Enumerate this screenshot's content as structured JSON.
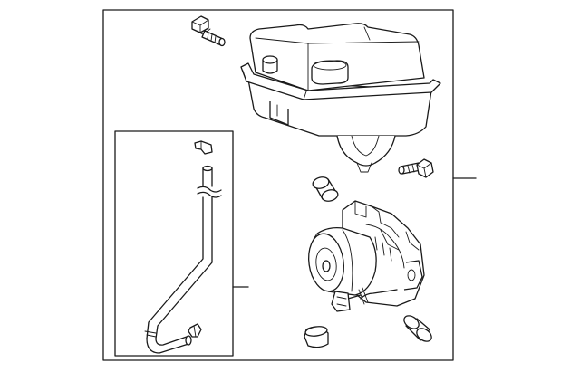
{
  "diagram": {
    "line_color": "#1a1a1a",
    "background_color": "#ffffff",
    "parts": [
      {
        "id": "bolt-top",
        "icon": "bolt-icon"
      },
      {
        "id": "reservoir",
        "icon": "reservoir-tank-icon"
      },
      {
        "id": "bolt-right",
        "icon": "bolt-icon"
      },
      {
        "id": "grommet-upper",
        "icon": "grommet-icon"
      },
      {
        "id": "pump-motor",
        "icon": "pump-motor-assembly-icon"
      },
      {
        "id": "grommet-lower-left",
        "icon": "grommet-icon"
      },
      {
        "id": "grommet-lower-right",
        "icon": "grommet-icon"
      },
      {
        "id": "hose-assembly",
        "icon": "hose-icon"
      }
    ]
  }
}
